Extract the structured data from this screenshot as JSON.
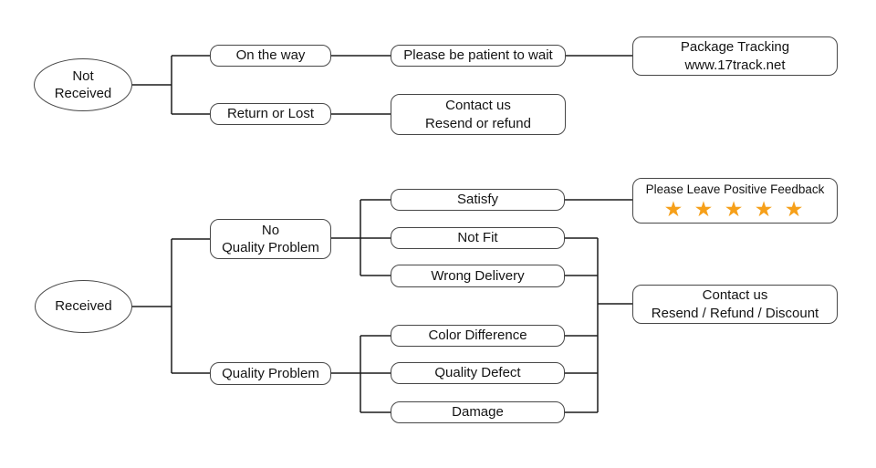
{
  "flowchart": {
    "nodes": {
      "not_received": {
        "line1": "Not",
        "line2": "Received"
      },
      "on_the_way": {
        "label": "On the way"
      },
      "please_wait": {
        "label": "Please be patient to wait"
      },
      "package_tracking": {
        "line1": "Package Tracking",
        "line2": "www.17track.net"
      },
      "return_or_lost": {
        "label": "Return or Lost"
      },
      "contact_resend_refund": {
        "line1": "Contact us",
        "line2": "Resend or refund"
      },
      "received": {
        "label": "Received"
      },
      "no_quality_problem": {
        "line1": "No",
        "line2": "Quality Problem"
      },
      "quality_problem": {
        "label": "Quality Problem"
      },
      "satisfy": {
        "label": "Satisfy"
      },
      "not_fit": {
        "label": "Not Fit"
      },
      "wrong_delivery": {
        "label": "Wrong Delivery"
      },
      "color_difference": {
        "label": "Color Difference"
      },
      "quality_defect": {
        "label": "Quality Defect"
      },
      "damage": {
        "label": "Damage"
      },
      "positive_feedback": {
        "label": "Please Leave Positive Feedback",
        "stars": "★ ★ ★ ★ ★"
      },
      "contact_resend_refund_discount": {
        "line1": "Contact us",
        "line2": "Resend / Refund / Discount"
      }
    },
    "colors": {
      "star": "#F6A01A",
      "connector": "#1b1b1b",
      "node_border": "#474747"
    }
  }
}
